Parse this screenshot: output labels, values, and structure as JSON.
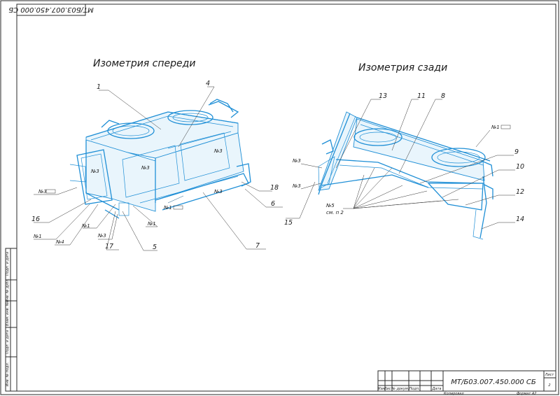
{
  "drawing": {
    "corner_code": "МТ/Б03.007.450.000 СБ",
    "title_front": "Изометрия спереди",
    "title_rear": "Изометрия сзади",
    "front_labels": [
      "1",
      "4",
      "18",
      "6",
      "7",
      "5",
      "17",
      "16"
    ],
    "front_marks": [
      "№3",
      "№3",
      "№3",
      "№3",
      "№1",
      "№1",
      "№1",
      "№3",
      "№3",
      "№4",
      "№1"
    ],
    "rear_labels": [
      "13",
      "11",
      "8",
      "9",
      "10",
      "12",
      "14",
      "15"
    ],
    "rear_marks": [
      "№1",
      "№3",
      "№3",
      "№5",
      "см. п 2"
    ]
  },
  "side_stamp": [
    "Инв. № подл.",
    "Подп. и дата",
    "Взам. инв. №",
    "Инв. № дубл.",
    "Подп. и дата"
  ],
  "title_block": {
    "code": "МТ/Б03.007.450.000 СБ",
    "columns": [
      "Изм",
      "Лист",
      "№ докум.",
      "Подп.",
      "Дата"
    ],
    "sheet_label": "Лист",
    "sheet_number": "2",
    "copied": "Копировал",
    "format": "Формат  А2"
  }
}
